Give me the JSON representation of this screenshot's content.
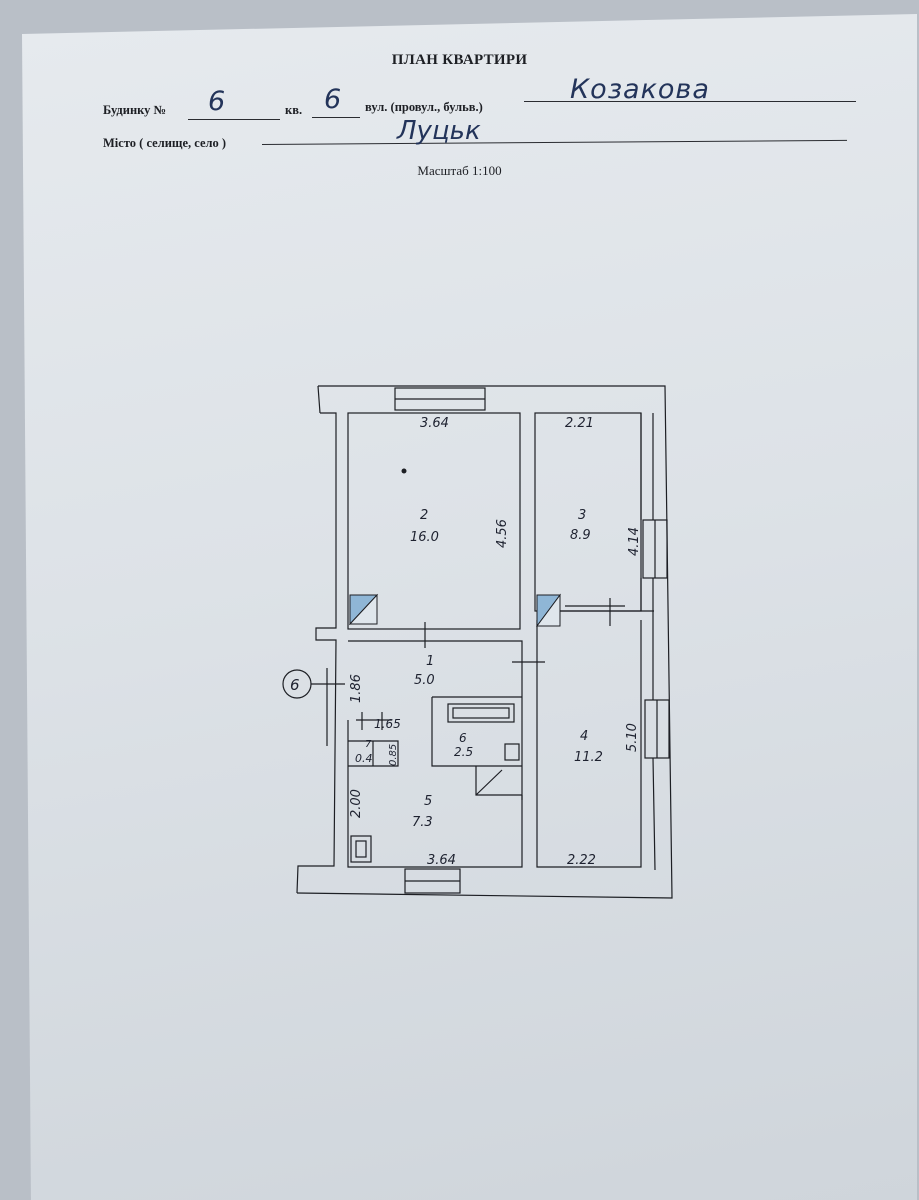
{
  "header": {
    "title": "ПЛАН КВАРТИРИ",
    "house_label": "Будинку №",
    "house_value": "6",
    "apt_label": "кв.",
    "apt_value": "6",
    "street_label": "вул. (провул., бульв.)",
    "street_value": "Козакова",
    "city_label": "Місто ( селище, село )",
    "city_value": "Луцьк",
    "scale": "Масштаб 1:100"
  },
  "plan": {
    "rooms": [
      {
        "number": "2",
        "area": "16.0",
        "width": "3.64",
        "length": "4.56"
      },
      {
        "number": "3",
        "area": "8.9",
        "width": "2.21",
        "length": "4.14"
      },
      {
        "number": "1",
        "area": "5.0",
        "length": "1.86"
      },
      {
        "number": "6",
        "area": "2.5",
        "width": "1.65"
      },
      {
        "number": "7",
        "area": "0.4",
        "length": "0.85"
      },
      {
        "number": "4",
        "area": "11.2",
        "width": "2.22",
        "length": "5.10"
      },
      {
        "number": "5",
        "area": "7.3",
        "width": "3.64",
        "length": "2.00"
      }
    ],
    "entrance_marker": "6"
  }
}
